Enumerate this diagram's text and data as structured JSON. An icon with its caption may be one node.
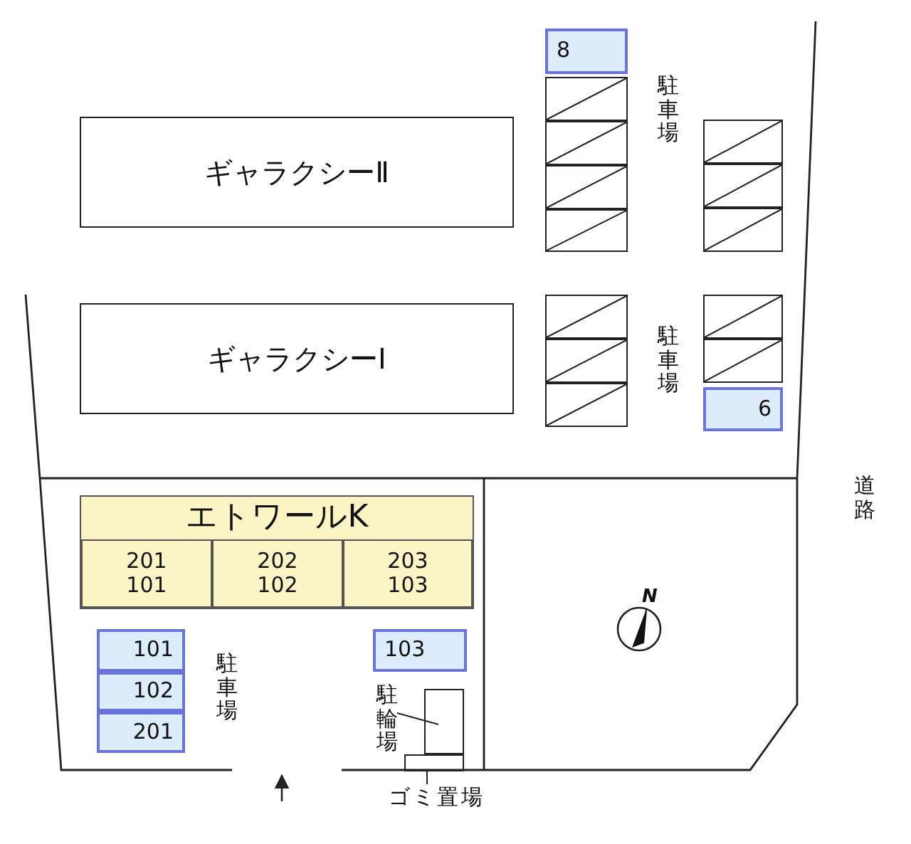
{
  "diagram": {
    "nodes": [
      {
        "text": [
          "8"
        ]
      },
      {
        "text": [],
        "shape": "box"
      },
      {
        "text": [],
        "shape": "box"
      },
      {
        "text": [],
        "shape": "box"
      },
      {
        "text": [],
        "shape": "box"
      },
      {
        "text": [
          "ギャラクシーⅡ"
        ]
      },
      {
        "text": [],
        "shape": "box"
      },
      {
        "text": [],
        "shape": "box"
      },
      {
        "text": [],
        "shape": "box"
      },
      {
        "text": [
          "ギャラクシーⅠ"
        ]
      },
      {
        "text": [],
        "shape": "box"
      },
      {
        "text": [],
        "shape": "box"
      },
      {
        "text": [],
        "shape": "box"
      },
      {
        "text": [],
        "shape": "box"
      },
      {
        "text": [],
        "shape": "box"
      },
      {
        "text": [
          "6"
        ]
      },
      {
        "text": [
          "エトワールK"
        ]
      },
      {
        "text": [
          "201",
          "101"
        ],
        "in": 16
      },
      {
        "text": [
          "202",
          "102"
        ],
        "in": 16
      },
      {
        "text": [
          "203",
          "103"
        ],
        "in": 16
      },
      {
        "text": [
          "101"
        ]
      },
      {
        "text": [
          "102"
        ]
      },
      {
        "text": [
          "201"
        ]
      },
      {
        "text": [
          "103"
        ]
      },
      {
        "text": [
          "駐輪場"
        ]
      },
      {
        "text": [],
        "shape": "box"
      },
      {
        "text": [],
        "shape": "box"
      },
      {
        "text": [
          "ゴミ置場"
        ]
      }
    ],
    "edges": [
      {
        "from": 24,
        "to": 25,
        "arrow": "none"
      },
      {
        "from": 27,
        "to": 26,
        "arrow": "none"
      }
    ],
    "labels": [
      "駐車場",
      "駐車場",
      "道路",
      "N",
      "駐車場"
    ]
  }
}
